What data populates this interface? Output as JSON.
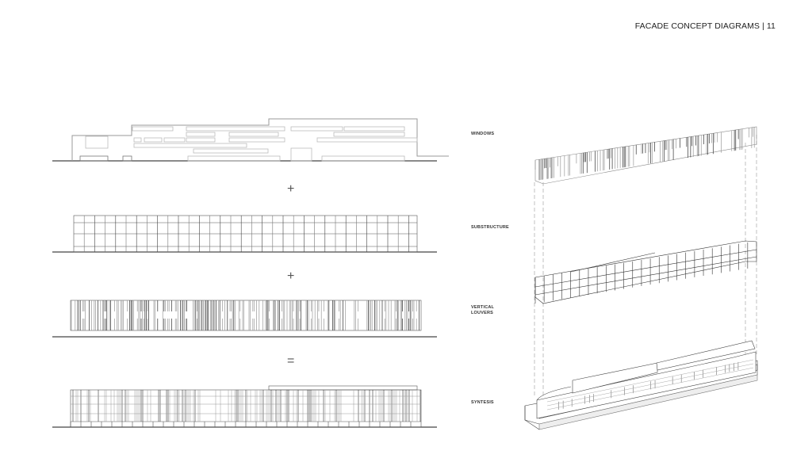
{
  "header": {
    "title": "FACADE CONCEPT DIAGRAMS | 11"
  },
  "rows": [
    {
      "id": "windows",
      "label": "WINDOWS",
      "label_lines": [
        "WINDOWS"
      ]
    },
    {
      "id": "substructure",
      "label": "SUBSTRUCTURE",
      "label_lines": [
        "SUBSTRUCTURE"
      ]
    },
    {
      "id": "vertical-louvers",
      "label": "VERTICAL LOUVERS",
      "label_lines": [
        "VERTICAL",
        "LOUVERS"
      ]
    },
    {
      "id": "syntesis",
      "label": "SYNTESIS",
      "label_lines": [
        "SYNTESIS"
      ]
    }
  ],
  "operators": [
    "+",
    "+",
    "="
  ],
  "axonometric": {
    "layers": [
      "windows-louvers-layer",
      "substructure-layer",
      "building-model"
    ]
  },
  "colors": {
    "line_dark": "#333333",
    "line_light": "#b5b5b5",
    "ground": "#444444"
  }
}
